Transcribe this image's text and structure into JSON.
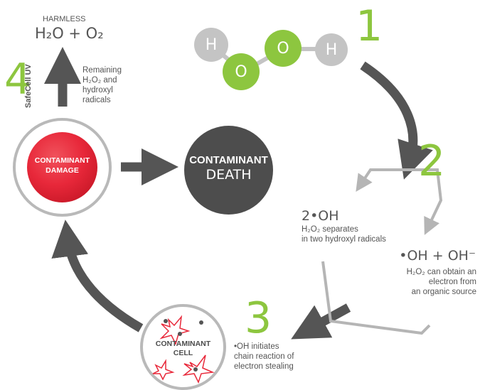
{
  "molecule": {
    "atoms": [
      {
        "label": "H",
        "color": "#c4c4c4"
      },
      {
        "label": "O",
        "color": "#8dc63f"
      },
      {
        "label": "O",
        "color": "#8dc63f"
      },
      {
        "label": "H",
        "color": "#c4c4c4"
      }
    ]
  },
  "steps": {
    "s1": {
      "number": "1"
    },
    "s2": {
      "number": "2",
      "left_title": "2•OH",
      "left_desc_1": "H₂O₂ separates",
      "left_desc_2": "in two hydroxyl radicals",
      "right_title": "•OH + OH⁻",
      "right_desc_1": "H₂O₂ can obtain an",
      "right_desc_2": "electron from",
      "right_desc_3": "an organic source"
    },
    "s3": {
      "number": "3",
      "desc_1": "•OH initiates",
      "desc_2": "chain reaction of",
      "desc_3": "electron stealing"
    },
    "s4": {
      "number": "4",
      "vertical_label": "SafeCell UV",
      "desc_1": "Remaining",
      "desc_2": "H₂O₂ and",
      "desc_3": "hydroxyl",
      "desc_4": "radicals"
    }
  },
  "top_left": {
    "label": "HARMLESS",
    "formula": "H₂O + O₂"
  },
  "nodes": {
    "damage": {
      "line1": "CONTAMINANT",
      "line2": "DAMAGE"
    },
    "death": {
      "line1": "CONTAMINANT",
      "line2": "DEATH"
    },
    "cell": {
      "line1": "CONTAMINANT",
      "line2": "CELL"
    }
  },
  "colors": {
    "accent_green": "#8dc63f",
    "arrow_dark": "#555555",
    "ring_grey": "#b9b9b9",
    "atom_grey": "#c4c4c4",
    "damage_red": "#e8283a",
    "death_dark": "#4d4d4d"
  }
}
